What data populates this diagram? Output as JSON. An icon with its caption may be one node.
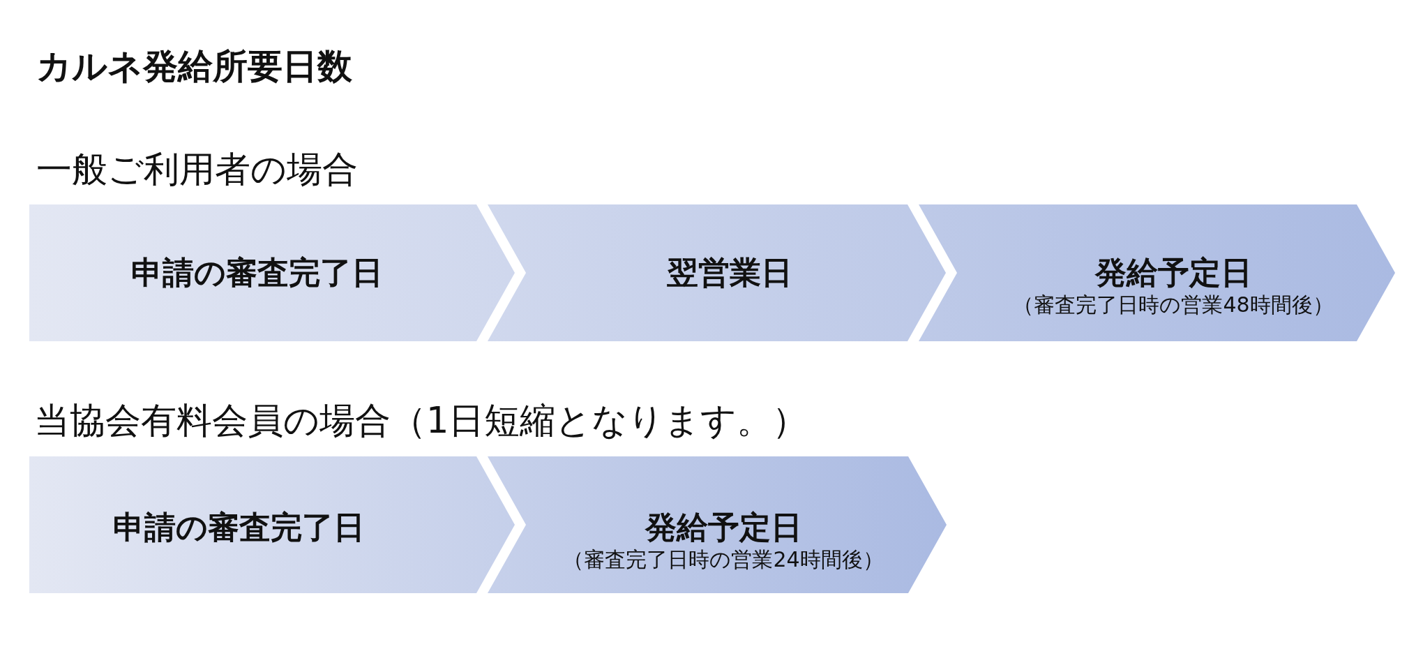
{
  "diagram": {
    "title": "カルネ発給所要日数",
    "nodes": [
      {
        "text": [
          "申請の審査完了日"
        ]
      },
      {
        "text": [
          "翌営業日"
        ]
      },
      {
        "text": [
          "発給予定日",
          "（審査完了日時の営業48時間後）"
        ]
      },
      {
        "text": [
          "申請の審査完了日"
        ]
      },
      {
        "text": [
          "発給予定日",
          "（審査完了日時の営業24時間後）"
        ]
      }
    ],
    "labels": [
      "一般ご利用者の場合",
      "当協会有料会員の場合（1日短縮となります。）"
    ]
  }
}
